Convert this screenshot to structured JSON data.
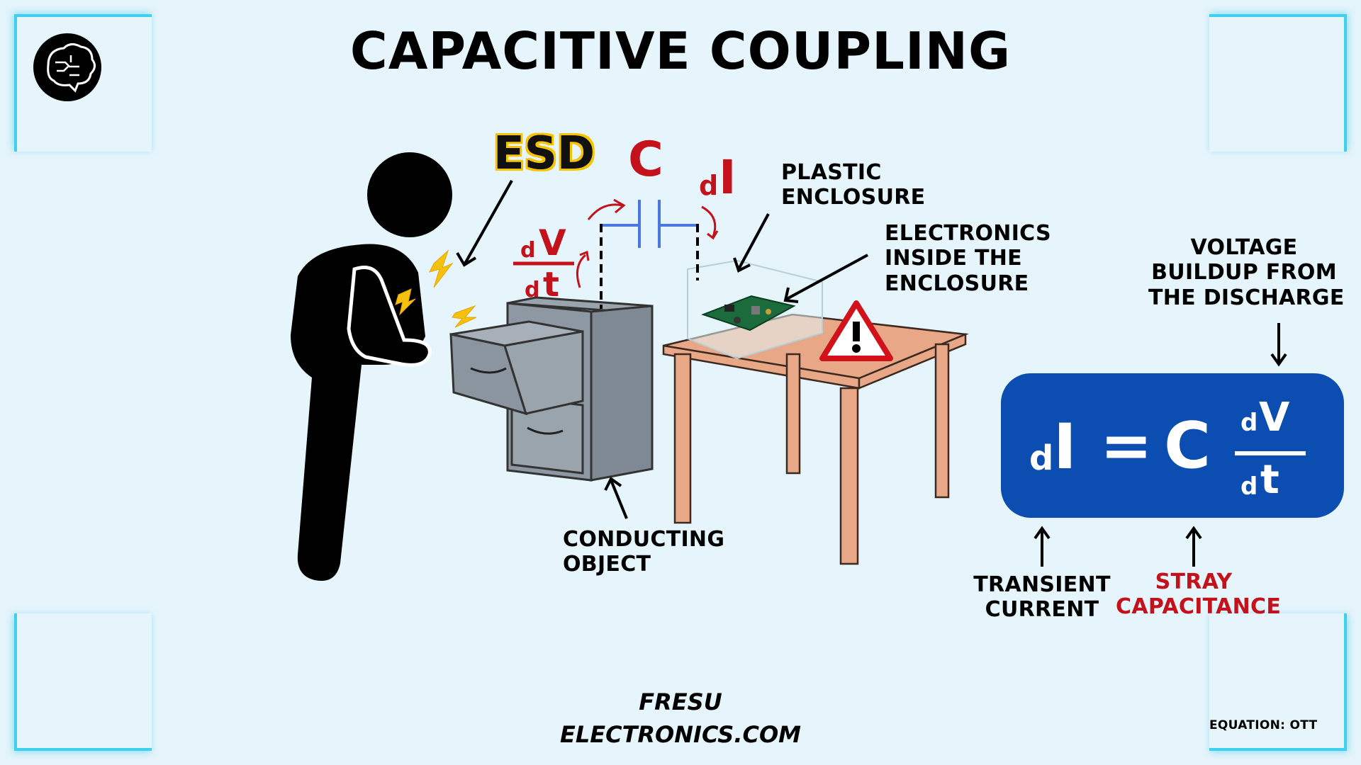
{
  "title": "CAPACITIVE COUPLING",
  "labels": {
    "esd": "ESD",
    "capacitor_symbol": "C",
    "current_symbol_d": "d",
    "current_symbol_i": "I",
    "dvdt_d_top": "d",
    "dvdt_v": "V",
    "dvdt_d_bottom": "d",
    "dvdt_t": "t",
    "plastic_enclosure": [
      "PLASTIC",
      "ENCLOSURE"
    ],
    "electronics_inside": [
      "ELECTRONICS",
      "INSIDE THE",
      "ENCLOSURE"
    ],
    "conducting_object": [
      "CONDUCTING",
      "OBJECT"
    ],
    "voltage_buildup": [
      "VOLTAGE",
      "BUILDUP FROM",
      "THE DISCHARGE"
    ],
    "transient_current": [
      "TRANSIENT",
      "CURRENT"
    ],
    "stray_capacitance": [
      "STRAY",
      "CAPACITANCE"
    ]
  },
  "equation": {
    "lhs_d": "d",
    "lhs_i": "I",
    "equals": "=",
    "c": "C",
    "num_d": "d",
    "num_v": "V",
    "den_d": "d",
    "den_t": "t"
  },
  "footer": {
    "line1": "FRESU",
    "line2": "ELECTRONICS.COM"
  },
  "equation_credit": "EQUATION: OTT",
  "colors": {
    "background": "#e6f4fb",
    "frame_accent": "#3fd0ef",
    "highlight_red": "#c3121b",
    "equation_box": "#0b4db1",
    "esd_outline": "#f6c400",
    "capacitor_blue": "#4a78e0"
  },
  "icons": [
    "brain-logo-icon",
    "warning-triangle-icon",
    "lightning-spark-icon",
    "capacitor-symbol-icon"
  ]
}
